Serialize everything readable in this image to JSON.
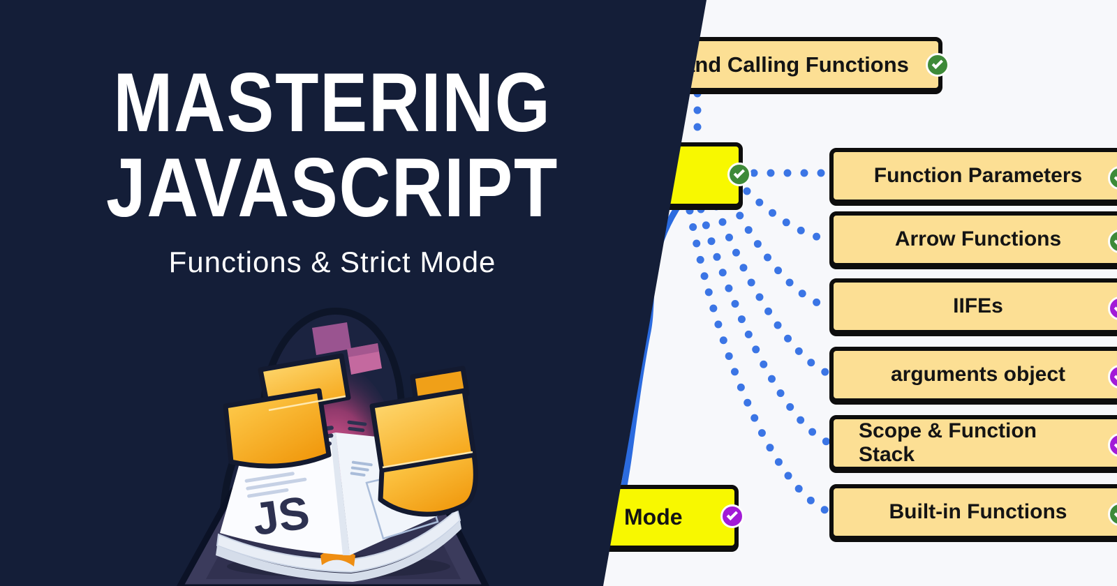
{
  "left_panel": {
    "title_line1": "MASTERING",
    "title_line2": "JAVASCRIPT",
    "subtitle": "Functions & Strict Mode",
    "background_color": "#141E38",
    "title_color": "#FFFFFF",
    "illustration": {
      "book_label": "JS"
    }
  },
  "mindmap": {
    "background_color": "#F7F8FB",
    "connector_dot_color": "#3B75E5",
    "branch_color": "#2B6BDF",
    "node_border_color": "#0D0D0D",
    "topic_fill": "#FCDF94",
    "root_fill": "#F8F800",
    "check_green": "#3E8A38",
    "check_purple": "#A21BD7",
    "top_node": {
      "label": "and Calling Functions",
      "check_color": "#3E8A38"
    },
    "root_node": {
      "label": "",
      "check_color": "#3E8A38"
    },
    "strict_mode_node": {
      "label": "Mode",
      "check_color": "#A21BD7"
    },
    "topics": [
      {
        "label": "Function Parameters",
        "check_color": "#3E8A38"
      },
      {
        "label": "Arrow Functions",
        "check_color": "#3E8A38"
      },
      {
        "label": "IIFEs",
        "check_color": "#A21BD7"
      },
      {
        "label": "arguments object",
        "check_color": "#A21BD7"
      },
      {
        "label": "Scope & Function Stack",
        "check_color": "#A21BD7"
      },
      {
        "label": "Built-in Functions",
        "check_color": "#3E8A38"
      }
    ]
  }
}
